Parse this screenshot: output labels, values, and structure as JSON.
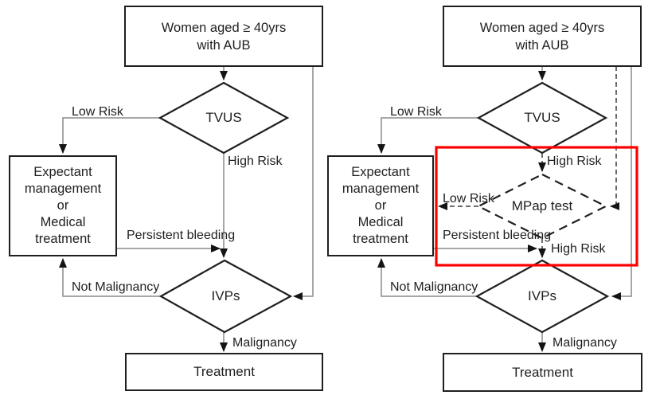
{
  "colors": {
    "background": "#ffffff",
    "shape_border": "#1f1f1f",
    "connector": "#8a8a8a",
    "dashed_connector": "#3d3d3d",
    "text": "#1f1f1f",
    "highlight": "#ff0000"
  },
  "left_flowchart": {
    "start_box": [
      "Women aged ≥ 40yrs",
      "with AUB"
    ],
    "tvus_decision": "TVUS",
    "tvus_low_risk": [
      "Low",
      "Risk"
    ],
    "tvus_high_risk": "High Risk",
    "management_box": [
      "Expectant",
      "management",
      "or",
      "Medical",
      "treatment"
    ],
    "persistent_bleeding": [
      "Persistent",
      "bleeding"
    ],
    "ivps_decision": "IVPs",
    "not_malignancy": [
      "Not",
      "Malignancy"
    ],
    "malignancy": "Malignancy",
    "treatment_box": "Treatment"
  },
  "right_flowchart": {
    "start_box": [
      "Women aged ≥ 40yrs",
      "with AUB"
    ],
    "tvus_decision": "TVUS",
    "tvus_low_risk": [
      "Low",
      "Risk"
    ],
    "tvus_high_risk": "High Risk",
    "management_box": [
      "Expectant",
      "management",
      "or",
      "Medical",
      "treatment"
    ],
    "mpap_decision": "MPap test",
    "mpap_low_risk": [
      "Low",
      "Risk"
    ],
    "mpap_high_risk": "High Risk",
    "persistent_bleeding": [
      "Persistent",
      "bleeding"
    ],
    "ivps_decision": "IVPs",
    "not_malignancy": [
      "Not",
      "Malignancy"
    ],
    "malignancy": "Malignancy",
    "treatment_box": "Treatment"
  }
}
